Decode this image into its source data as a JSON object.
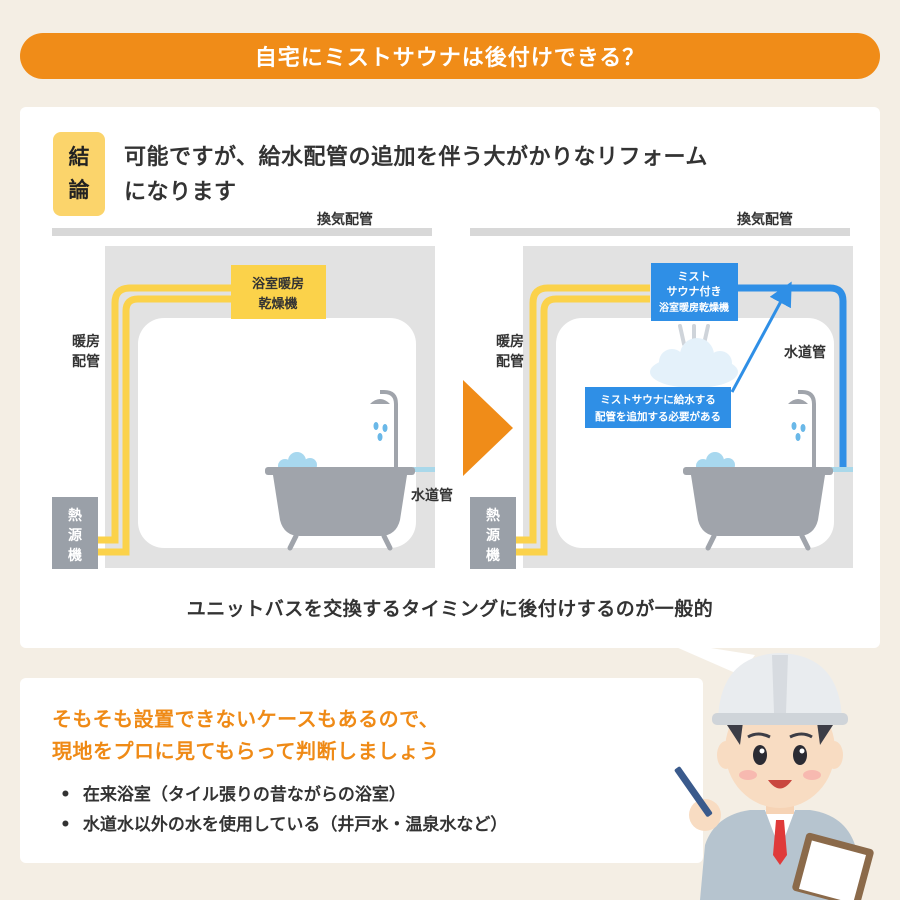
{
  "header": {
    "title": "自宅にミストサウナは後付けできる？"
  },
  "conclusion": {
    "badge": [
      "結",
      "論"
    ],
    "lines": [
      "可能ですが、給水配管の追加を伴う大がかりなリフォーム",
      "になります"
    ]
  },
  "diagram_before": {
    "vent_pipe": "換気配管",
    "heater": [
      "浴室暖房",
      "乾燥機"
    ],
    "heating_pipe": [
      "暖房",
      "配管"
    ],
    "heat_source": [
      "熱",
      "源",
      "機"
    ],
    "water_pipe": "水道管"
  },
  "diagram_after": {
    "vent_pipe": "換気配管",
    "heater": [
      "ミスト",
      "サウナ付き",
      "浴室暖房乾燥機"
    ],
    "heating_pipe": [
      "暖房",
      "配管"
    ],
    "heat_source": [
      "熱",
      "源",
      "機"
    ],
    "water_pipe": "水道管",
    "callout": [
      "ミストサウナに給水する",
      "配管を追加する必要がある"
    ]
  },
  "summary": "ユニットバスを交換するタイミングに後付けするのが一般的",
  "advice": {
    "lines": [
      "そもそも設置できないケースもあるので、",
      "現地をプロに見てもらって判断しましょう"
    ],
    "bullets": [
      "在来浴室（タイル張りの昔ながらの浴室）",
      "水道水以外の水を使用している（井戸水・温泉水など）"
    ]
  },
  "colors": {
    "accent": "#f08c18",
    "badge": "#fbd46b",
    "heating_pipe": "#fbd24a",
    "water_pipe": "#2f8fe6",
    "wall": "#e2e2e2"
  }
}
